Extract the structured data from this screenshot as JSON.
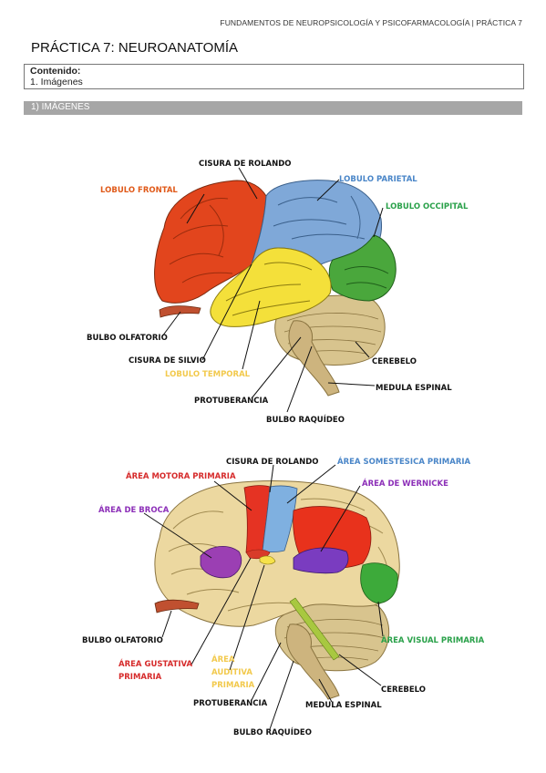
{
  "header": {
    "course_title": "FUNDAMENTOS DE NEUROPSICOLOGÍA Y PSICOFARMACOLOGÍA | PRÁCTICA 7"
  },
  "page_title": "PRÁCTICA 7: NEUROANATOMÍA",
  "contents": {
    "heading": "Contenido:",
    "items": [
      "1. Imágenes"
    ]
  },
  "section": {
    "title": "1) IMÁGENES"
  },
  "figure1": {
    "labels": {
      "cisura_rolando": "CISURA DE ROLANDO",
      "lobulo_frontal": "LOBULO FRONTAL",
      "lobulo_parietal": "LOBULO PARIETAL",
      "lobulo_occipital": "LOBULO OCCIPITAL",
      "bulbo_olfatorio": "BULBO OLFATORIO",
      "cisura_silvio": "CISURA DE SILVIO",
      "lobulo_temporal": "LOBULO TEMPORAL",
      "cerebelo": "CEREBELO",
      "medula_espinal": "MEDULA ESPINAL",
      "protuberancia": "PROTUBERANCIA",
      "bulbo_raquideo": "BULBO RAQUÍDEO"
    },
    "colors": {
      "frontal": "#e2451d",
      "parietal": "#7fa8d8",
      "occipital": "#4aa73c",
      "temporal": "#f4e03a",
      "cerebellum": "#d8c48e",
      "stem": "#cdb47e",
      "label_dark": "#111111",
      "label_orange": "#e05a1a",
      "label_blue": "#4a86c8",
      "label_green": "#2aa14a",
      "label_yellow": "#f2c94c"
    }
  },
  "figure2": {
    "labels": {
      "cisura_rolando": "CISURA DE ROLANDO",
      "area_somestesica": "ÁREA SOMESTESICA PRIMARIA",
      "area_motora": "ÁREA MOTORA PRIMARIA",
      "area_wernicke": "ÁREA DE WERNICKE",
      "area_broca": "ÁREA DE BROCA",
      "bulbo_olfatorio": "BULBO OLFATORIO",
      "area_visual": "ÁREA VISUAL PRIMARIA",
      "area_gustativa_1": "ÁREA GUSTATIVA",
      "area_gustativa_2": "PRIMARIA",
      "area_auditiva_1": "ÁREA",
      "area_auditiva_2": "AUDITIVA",
      "area_auditiva_3": "PRIMARIA",
      "cerebelo": "CEREBELO",
      "protuberancia": "PROTUBERANCIA",
      "medula_espinal": "MEDULA ESPINAL",
      "bulbo_raquideo": "BULBO RAQUÍDEO"
    },
    "colors": {
      "cortex": "#ecd8a0",
      "motor": "#e53323",
      "somesthetic": "#7fb0e0",
      "broca": "#9b3fb3",
      "wernicke": "#7a3cc0",
      "visual": "#3daa3a",
      "red_area": "#e8321c",
      "label_red": "#d62b2b",
      "label_purple": "#8c2fb8",
      "label_blue": "#4a86c8",
      "label_green": "#2aa14a",
      "label_yellow": "#f2c94c"
    }
  }
}
